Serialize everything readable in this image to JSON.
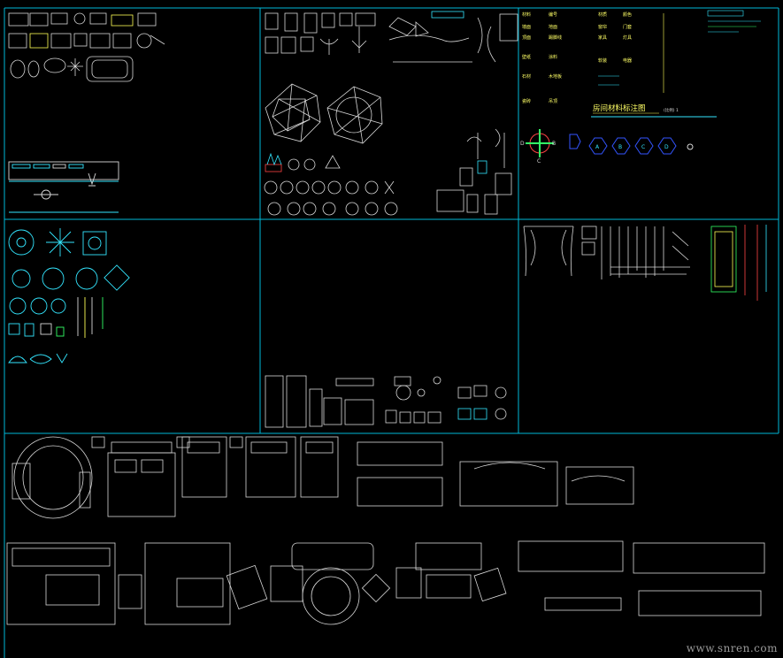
{
  "watermark": "www.snren.com",
  "colors": {
    "frame": "#00b8d8",
    "line": "#d8d8d8",
    "yellow": "#ffff55",
    "cyan": "#33e6ff",
    "green": "#33ff66",
    "magenta": "#ff55ff",
    "red": "#ff4444",
    "blue": "#3355ff"
  },
  "legend": {
    "title": "房间材料标注图",
    "notes": [
      "墙面",
      "地面",
      "顶面",
      "踢脚线",
      "窗帘",
      "门套",
      "家具",
      "灯具",
      "壁纸",
      "涂料",
      "石材",
      "木地板",
      "瓷砖",
      "吊顶",
      "软装",
      "电器"
    ]
  },
  "symbols": {
    "compass": [
      "D",
      "B",
      "C"
    ],
    "markers": [
      "A",
      "B",
      "C",
      "D"
    ]
  }
}
